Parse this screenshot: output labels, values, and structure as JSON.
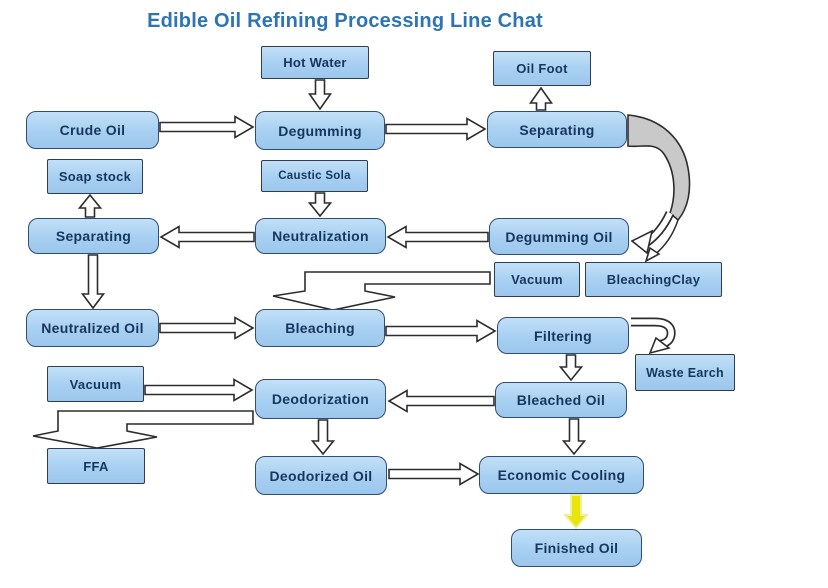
{
  "title": {
    "text": "Edible Oil Refining Processing Line Chat",
    "color": "#2E74B5"
  },
  "colors": {
    "box_fill": "#A7CFF1",
    "box_border": "#2F4D76",
    "box_text": "#17365D",
    "arrow_outline": "#2D2D2D",
    "arrow_fill": "#FFFFFF",
    "recycle_arrow_fill": "#C9C9C9",
    "final_arrow_fill": "#E8E40C",
    "background": "#FFFFFF"
  },
  "nodes": [
    {
      "id": "hot-water",
      "label": "Hot Water",
      "shape": "rectangle"
    },
    {
      "id": "crude-oil",
      "label": "Crude Oil",
      "shape": "rounded"
    },
    {
      "id": "degumming",
      "label": "Degumming",
      "shape": "rounded"
    },
    {
      "id": "oil-foot",
      "label": "Oil Foot",
      "shape": "rectangle"
    },
    {
      "id": "separating-right",
      "label": "Separating",
      "shape": "rounded"
    },
    {
      "id": "soap-stock",
      "label": "Soap stock",
      "shape": "rectangle"
    },
    {
      "id": "caustic-sola",
      "label": "Caustic Sola",
      "shape": "rectangle"
    },
    {
      "id": "separating-left",
      "label": "Separating",
      "shape": "rounded"
    },
    {
      "id": "neutralization",
      "label": "Neutralization",
      "shape": "rounded"
    },
    {
      "id": "degumming-oil",
      "label": "Degumming Oil",
      "shape": "rounded"
    },
    {
      "id": "vacuum-mid",
      "label": "Vacuum",
      "shape": "rectangle"
    },
    {
      "id": "bleaching-clay",
      "label": "BleachingClay",
      "shape": "rectangle"
    },
    {
      "id": "neutralized-oil",
      "label": "Neutralized Oil",
      "shape": "rounded"
    },
    {
      "id": "bleaching",
      "label": "Bleaching",
      "shape": "rounded"
    },
    {
      "id": "filtering",
      "label": "Filtering",
      "shape": "rounded"
    },
    {
      "id": "waste-earch",
      "label": "Waste Earch",
      "shape": "rectangle"
    },
    {
      "id": "vacuum-left",
      "label": "Vacuum",
      "shape": "rectangle"
    },
    {
      "id": "deodorization",
      "label": "Deodorization",
      "shape": "rounded"
    },
    {
      "id": "bleached-oil",
      "label": "Bleached Oil",
      "shape": "rounded"
    },
    {
      "id": "ffa",
      "label": "FFA",
      "shape": "rectangle"
    },
    {
      "id": "deodorized-oil",
      "label": "Deodorized Oil",
      "shape": "rounded"
    },
    {
      "id": "economic-cooling",
      "label": "Economic Cooling",
      "shape": "rounded"
    },
    {
      "id": "finished-oil",
      "label": "Finished Oil",
      "shape": "rounded"
    }
  ],
  "edges": [
    {
      "from": "hot-water",
      "to": "degumming",
      "style": "hollow-arrow"
    },
    {
      "from": "crude-oil",
      "to": "degumming",
      "style": "hollow-arrow"
    },
    {
      "from": "degumming",
      "to": "separating-right",
      "style": "hollow-arrow"
    },
    {
      "from": "separating-right",
      "to": "oil-foot",
      "style": "hollow-arrow"
    },
    {
      "from": "separating-right",
      "to": "degumming-oil",
      "style": "curved-gray-arrow"
    },
    {
      "from": "caustic-sola",
      "to": "neutralization",
      "style": "hollow-arrow"
    },
    {
      "from": "degumming-oil",
      "to": "neutralization",
      "style": "hollow-arrow"
    },
    {
      "from": "neutralization",
      "to": "separating-left",
      "style": "hollow-arrow"
    },
    {
      "from": "separating-left",
      "to": "soap-stock",
      "style": "hollow-arrow"
    },
    {
      "from": "separating-left",
      "to": "neutralized-oil",
      "style": "hollow-arrow"
    },
    {
      "from": "neutralized-oil",
      "to": "bleaching",
      "style": "hollow-arrow"
    },
    {
      "from": "vacuum-mid",
      "to": "bleaching",
      "style": "wide-funnel-arrow"
    },
    {
      "from": "bleaching",
      "to": "filtering",
      "style": "hollow-arrow"
    },
    {
      "from": "filtering",
      "to": "bleached-oil",
      "style": "hollow-arrow"
    },
    {
      "from": "filtering",
      "to": "waste-earch",
      "style": "hook-arrow"
    },
    {
      "from": "bleached-oil",
      "to": "deodorization",
      "style": "hollow-arrow"
    },
    {
      "from": "vacuum-left",
      "to": "deodorization",
      "style": "hollow-arrow"
    },
    {
      "from": "deodorization",
      "to": "ffa",
      "style": "wide-funnel-arrow"
    },
    {
      "from": "deodorization",
      "to": "deodorized-oil",
      "style": "hollow-arrow"
    },
    {
      "from": "deodorized-oil",
      "to": "economic-cooling",
      "style": "hollow-arrow"
    },
    {
      "from": "bleached-oil",
      "to": "economic-cooling",
      "style": "hollow-arrow"
    },
    {
      "from": "economic-cooling",
      "to": "finished-oil",
      "style": "yellow-arrow"
    }
  ]
}
